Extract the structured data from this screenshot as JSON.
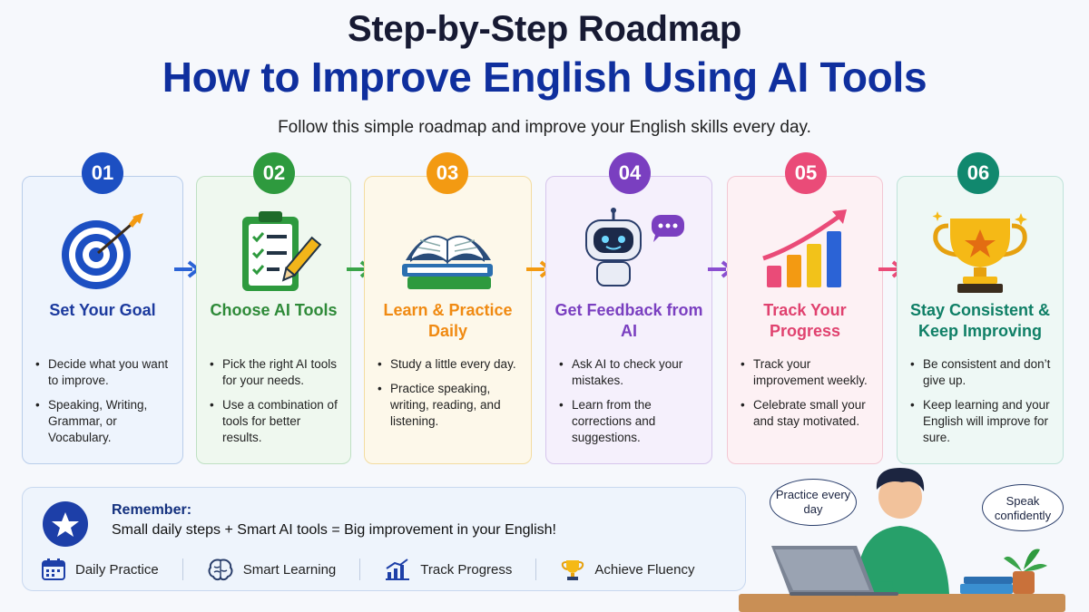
{
  "header": {
    "title_line1": "Step-by-Step Roadmap",
    "title_line2": "How to Improve English Using AI Tools",
    "subtitle": "Follow this simple roadmap and improve your English skills every day."
  },
  "steps": [
    {
      "number": "01",
      "title": "Set Your Goal",
      "icon": "target-icon",
      "color": "#1c4fc2",
      "bullets": [
        "Decide what you want to improve.",
        "Speaking, Writing, Grammar, or Vocabulary."
      ]
    },
    {
      "number": "02",
      "title": "Choose AI Tools",
      "icon": "clipboard-checklist-icon",
      "color": "#2e9a3e",
      "bullets": [
        "Pick the right AI tools for your needs.",
        "Use a combination of tools for better results."
      ]
    },
    {
      "number": "03",
      "title": "Learn & Practice Daily",
      "icon": "open-book-icon",
      "color": "#f39a12",
      "bullets": [
        "Study a little every day.",
        "Practice speaking, writing, reading, and listening."
      ]
    },
    {
      "number": "04",
      "title": "Get Feedback from AI",
      "icon": "robot-chat-icon",
      "color": "#7a3fc0",
      "bullets": [
        "Ask AI to check your mistakes.",
        "Learn from the corrections and suggestions."
      ]
    },
    {
      "number": "05",
      "title": "Track Your Progress",
      "icon": "growth-chart-icon",
      "color": "#ea4b78",
      "bullets": [
        "Track your improvement weekly.",
        "Celebrate small your and stay motivated."
      ]
    },
    {
      "number": "06",
      "title": "Stay Consistent & Keep Improving",
      "icon": "trophy-icon",
      "color": "#11886e",
      "bullets": [
        "Be consistent and don’t give up.",
        "Keep learning and your English will improve for sure."
      ]
    }
  ],
  "remember": {
    "title": "Remember:",
    "text": "Small daily steps + Smart AI tools = Big improvement in your English!",
    "icon": "star-icon",
    "items": [
      {
        "label": "Daily Practice",
        "icon": "calendar-icon"
      },
      {
        "label": "Smart Learning",
        "icon": "brain-icon"
      },
      {
        "label": "Track Progress",
        "icon": "bar-chart-icon"
      },
      {
        "label": "Achieve Fluency",
        "icon": "trophy-icon"
      }
    ]
  },
  "illustration": {
    "bubble_left": "Practice every day",
    "bubble_right": "Speak confidently"
  }
}
